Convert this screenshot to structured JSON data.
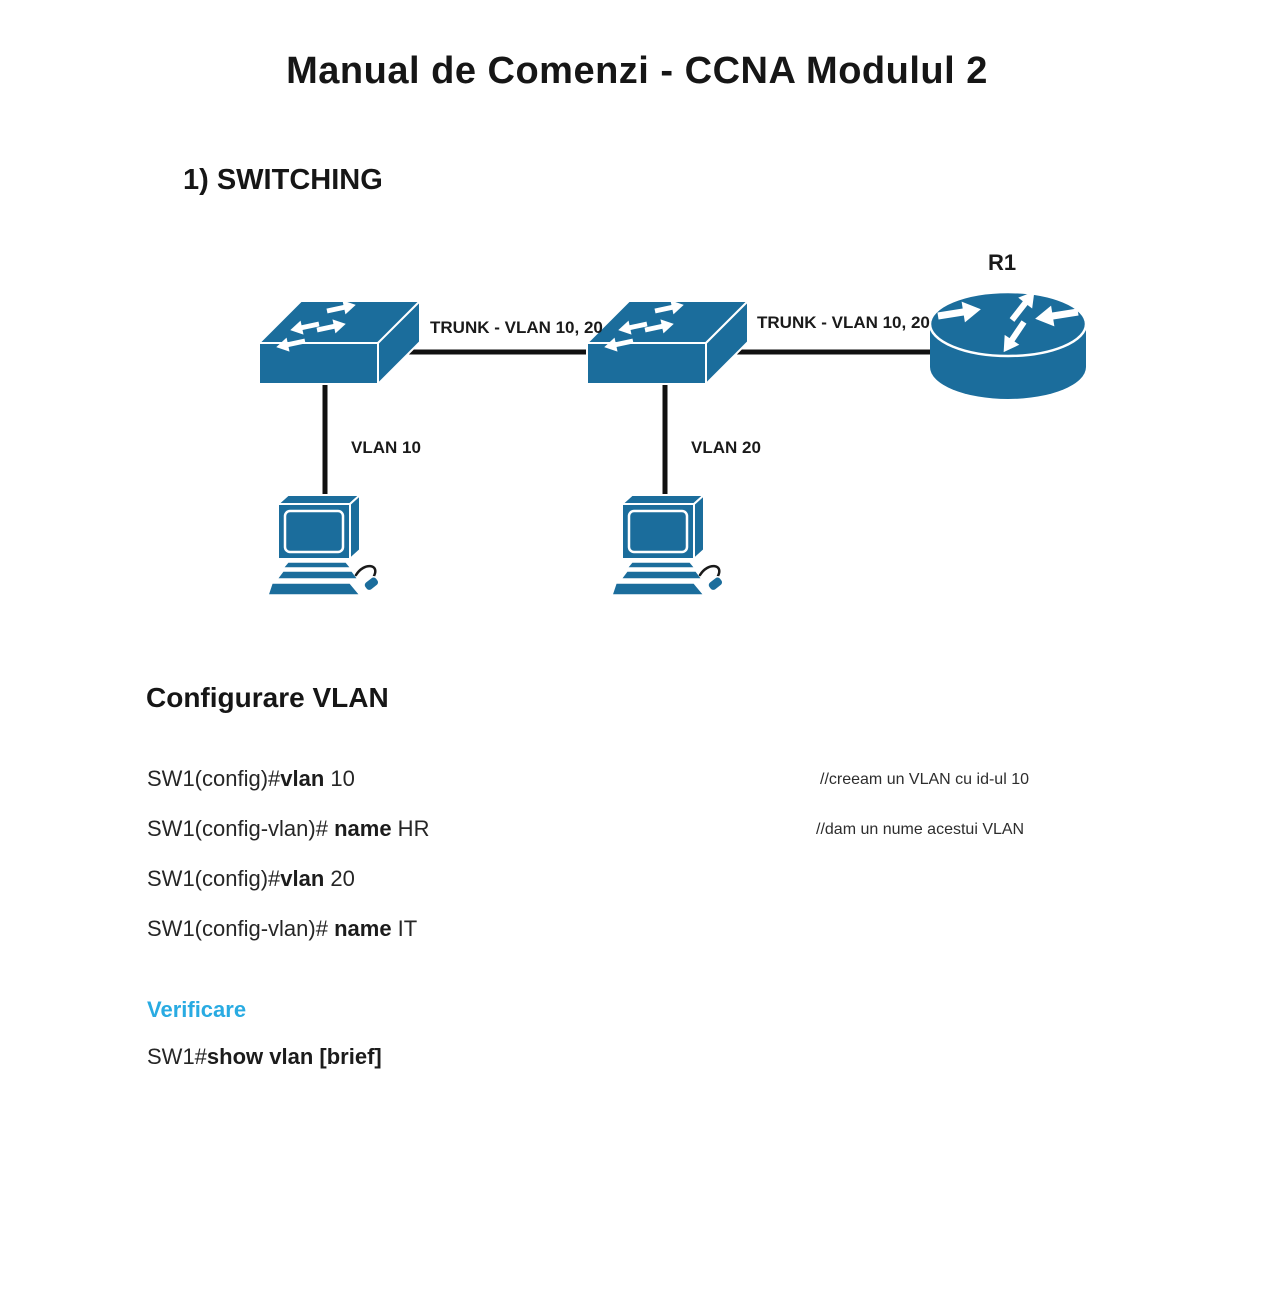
{
  "page": {
    "title": "Manual de Comenzi - CCNA Modulul 2",
    "section_heading": "1) SWITCHING"
  },
  "diagram": {
    "router_label": "R1",
    "trunk_label_left": "TRUNK - VLAN 10, 20",
    "trunk_label_right": "TRUNK - VLAN 10, 20",
    "vlan10_label": "VLAN 10",
    "vlan20_label": "VLAN 20",
    "icon_color": "#1b6d9c",
    "link_color": "#111111"
  },
  "vlan_config": {
    "heading": "Configurare VLAN",
    "rows": [
      {
        "prefix": "SW1(config)#",
        "command": "vlan",
        "args": " 10",
        "comment": "//creeam un VLAN cu id-ul 10"
      },
      {
        "prefix": "SW1(config-vlan)# ",
        "command": "name",
        "args": " HR",
        "comment": "//dam un nume acestui VLAN"
      },
      {
        "prefix": "SW1(config)#",
        "command": "vlan",
        "args": " 20",
        "comment": ""
      },
      {
        "prefix": "SW1(config-vlan)# ",
        "command": "name",
        "args": " IT",
        "comment": ""
      }
    ]
  },
  "verification": {
    "heading": "Verificare",
    "heading_color": "#29abe2",
    "prefix": "SW1#",
    "command": "show vlan [brief]"
  }
}
